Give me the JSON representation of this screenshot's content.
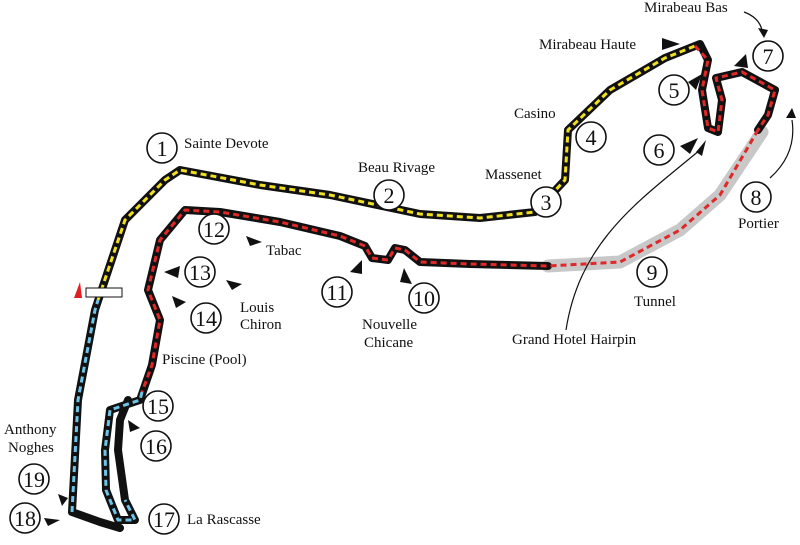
{
  "map": {
    "track_segments": [
      {
        "sector": "sector-1",
        "color": "#f0e020"
      },
      {
        "sector": "sector-2",
        "color": "#e02828"
      },
      {
        "sector": "sector-3",
        "color": "#6ec4e6"
      },
      {
        "sector": "tunnel",
        "color": "#c8c8c8"
      }
    ],
    "corners": [
      {
        "number": "1",
        "name": "Sainte Devote"
      },
      {
        "number": "2",
        "name": "Beau Rivage"
      },
      {
        "number": "3",
        "name": "Massenet"
      },
      {
        "number": "4",
        "name": "Casino"
      },
      {
        "number": "5",
        "name": "Mirabeau Haute"
      },
      {
        "number": "6",
        "name": "Grand Hotel Hairpin"
      },
      {
        "number": "7",
        "name": "Mirabeau Bas"
      },
      {
        "number": "8",
        "name": "Portier"
      },
      {
        "number": "9",
        "name": "Tunnel"
      },
      {
        "number": "10",
        "name": "Nouvelle Chicane"
      },
      {
        "number": "11",
        "name": ""
      },
      {
        "number": "12",
        "name": "Tabac"
      },
      {
        "number": "13",
        "name": "Louis Chiron"
      },
      {
        "number": "14",
        "name": ""
      },
      {
        "number": "15",
        "name": "Piscine (Pool)"
      },
      {
        "number": "16",
        "name": ""
      },
      {
        "number": "17",
        "name": "La Rascasse"
      },
      {
        "number": "18",
        "name": ""
      },
      {
        "number": "19",
        "name": "Anthony Noghes"
      }
    ],
    "labels": {
      "louis": "Louis",
      "chiron": "Chiron",
      "nouvelle": "Nouvelle",
      "chicane": "Chicane",
      "anthony": "Anthony",
      "noghes": "Noghes"
    },
    "colors": {
      "track": "#111111",
      "start_flag": "#e02020"
    }
  }
}
